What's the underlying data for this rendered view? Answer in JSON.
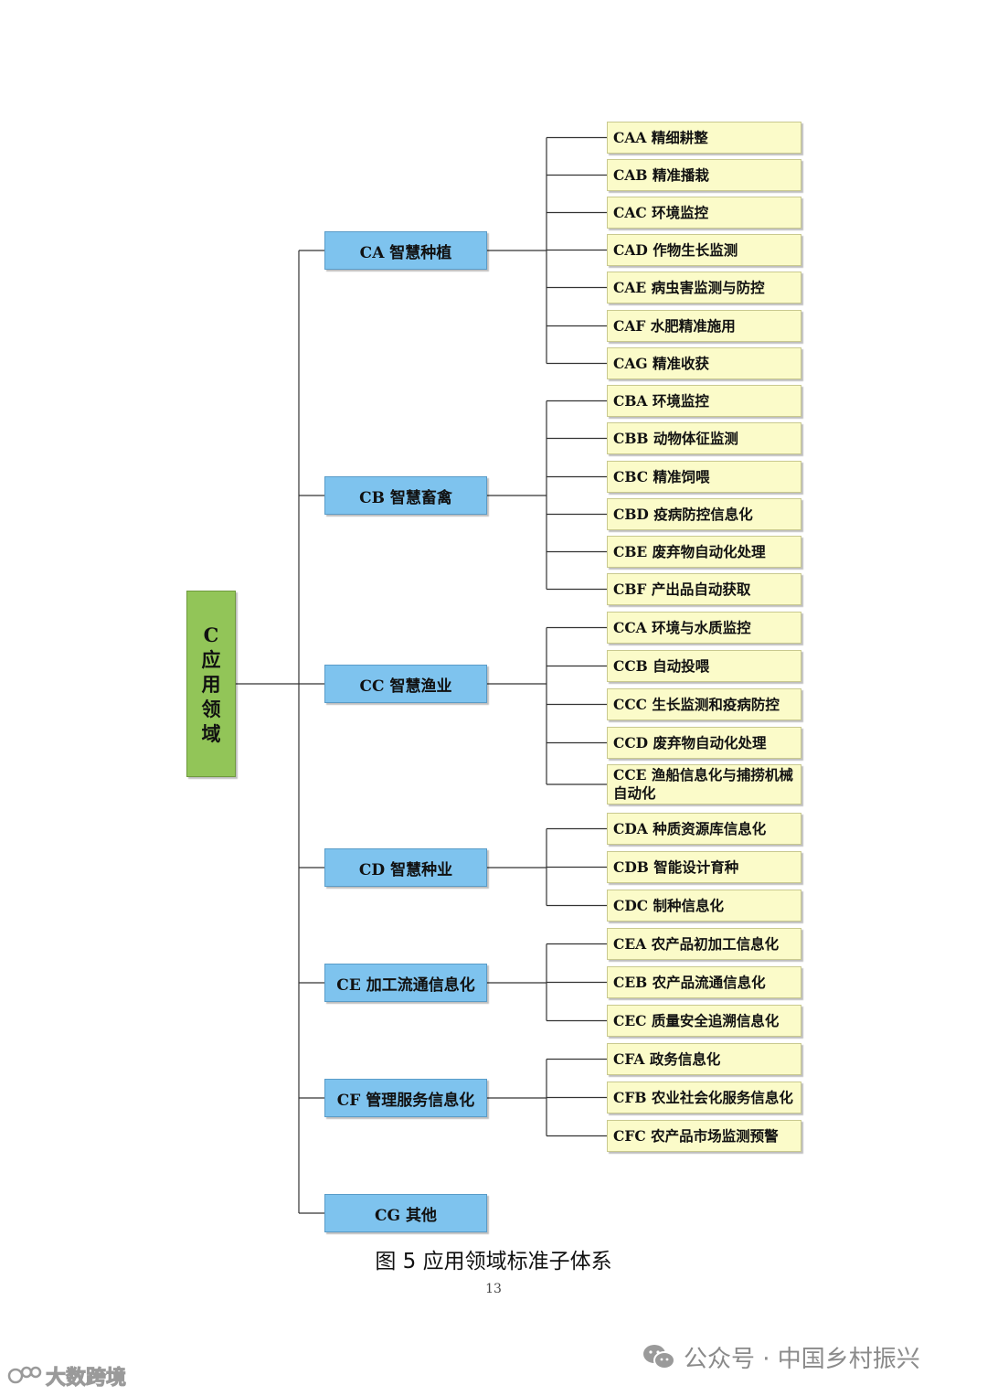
{
  "root": {
    "chars": [
      "C",
      "应",
      "用",
      "领",
      "域"
    ]
  },
  "categories": [
    {
      "label": "CA 智慧种植",
      "children": [
        "CAA 精细耕整",
        "CAB 精准播栽",
        "CAC 环境监控",
        "CAD 作物生长监测",
        "CAE 病虫害监测与防控",
        "CAF 水肥精准施用",
        "CAG 精准收获"
      ]
    },
    {
      "label": "CB 智慧畜禽",
      "children": [
        "CBA 环境监控",
        "CBB 动物体征监测",
        "CBC 精准饲喂",
        "CBD 疫病防控信息化",
        "CBE 废弃物自动化处理",
        "CBF 产出品自动获取"
      ]
    },
    {
      "label": "CC 智慧渔业",
      "children": [
        "CCA 环境与水质监控",
        "CCB 自动投喂",
        "CCC 生长监测和疫病防控",
        "CCD 废弃物自动化处理",
        "CCE 渔船信息化与捕捞机械自动化"
      ]
    },
    {
      "label": "CD 智慧种业",
      "children": [
        "CDA 种质资源库信息化",
        "CDB 智能设计育种",
        "CDC 制种信息化"
      ]
    },
    {
      "label": "CE 加工流通信息化",
      "children": [
        "CEA 农产品初加工信息化",
        "CEB 农产品流通信息化",
        "CEC 质量安全追溯信息化"
      ]
    },
    {
      "label": "CF 管理服务信息化",
      "children": [
        "CFA 政务信息化",
        "CFB 农业社会化服务信息化",
        "CFC 农产品市场监测预警"
      ]
    },
    {
      "label": "CG 其他",
      "children": []
    }
  ],
  "caption": "图 5  应用领域标准子体系",
  "page_number": "13",
  "watermark_right": "公众号 · 中国乡村振兴",
  "watermark_left": "大数跨境",
  "colors": {
    "root": "#92c558",
    "category": "#7ec3ee",
    "leaf": "#fbfbc9",
    "line": "#333333"
  }
}
